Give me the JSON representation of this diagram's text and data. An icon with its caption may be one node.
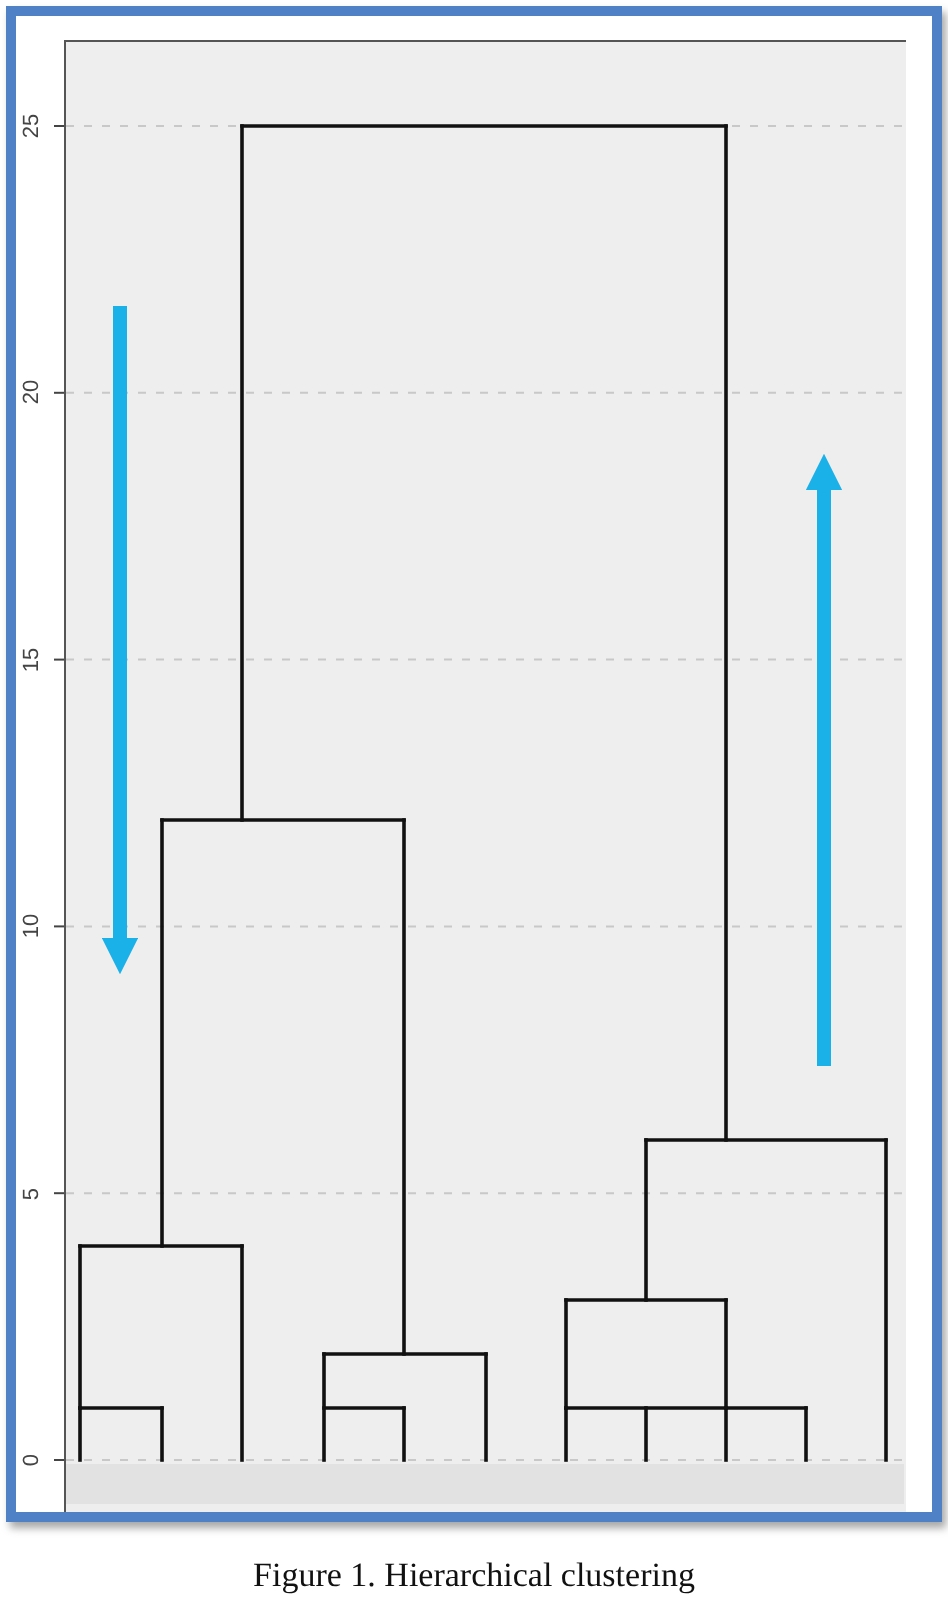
{
  "diagram": {
    "caption": "Figure 1. Hierarchical clustering",
    "labels": [
      "25",
      "20",
      "15",
      "10",
      "5",
      "0"
    ]
  }
}
